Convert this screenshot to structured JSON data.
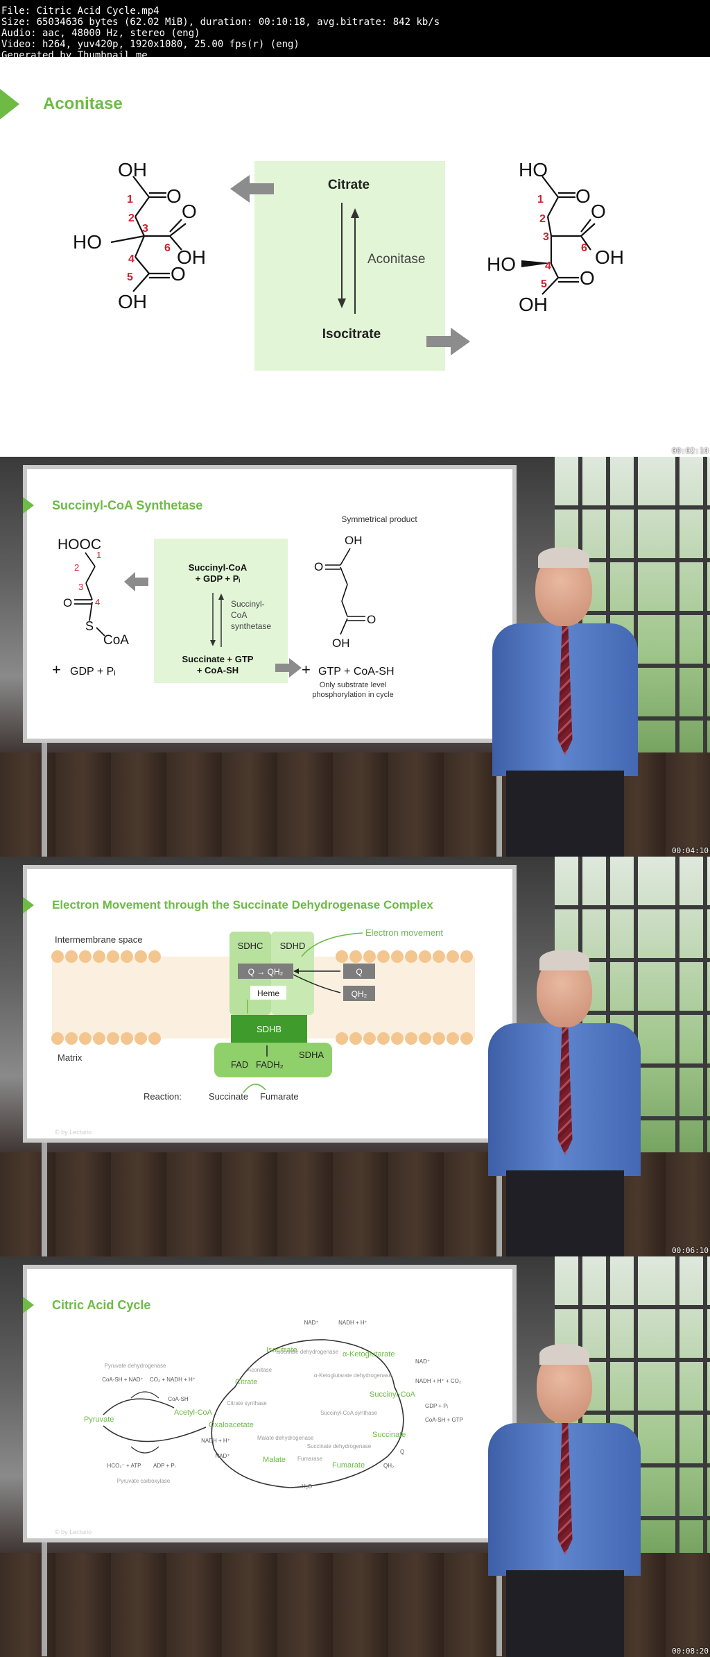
{
  "header": {
    "line1": "File: Citric Acid Cycle.mp4",
    "line2": "Size: 65034636 bytes (62.02 MiB), duration: 00:10:18, avg.bitrate: 842 kb/s",
    "line3": "Audio: aac, 48000 Hz, stereo (eng)",
    "line4": "Video: h264, yuv420p, 1920x1080, 25.00 fps(r) (eng)",
    "line5": "Generated by Thumbnail me"
  },
  "frames": [
    {
      "timestamp": "00:02:10"
    },
    {
      "timestamp": "00:04:10"
    },
    {
      "timestamp": "00:06:10"
    },
    {
      "timestamp": "00:08:20"
    }
  ],
  "slide1": {
    "title": "Aconitase",
    "box_top": "Citrate",
    "box_enzyme": "Aconitase",
    "box_bottom": "Isocitrate",
    "left_oh_top": "OH",
    "left_ho": "HO",
    "left_oh_right": "OH",
    "left_oh_bottom": "OH",
    "right_ho_top": "HO",
    "right_ho": "HO",
    "right_oh_right": "OH",
    "right_oh_bottom": "OH",
    "o": "O",
    "n1": "1",
    "n2": "2",
    "n3": "3",
    "n4": "4",
    "n5": "5",
    "n6": "6"
  },
  "slide2": {
    "title": "Succinyl-CoA Synthetase",
    "hooc": "HOOC",
    "coa": "CoA",
    "s": "S",
    "o": "O",
    "plus_left": "+",
    "gdp_pi": "GDP + Pᵢ",
    "box_top1": "Succinyl-CoA",
    "box_top2": "+ GDP + Pᵢ",
    "box_enzyme1": "Succinyl-",
    "box_enzyme2": "CoA",
    "box_enzyme3": "synthetase",
    "box_bottom1": "Succinate + GTP",
    "box_bottom2": "+ CoA-SH",
    "symmetrical": "Symmetrical product",
    "oh": "OH",
    "plus_right": "+",
    "gtp_coash": "GTP + CoA-SH",
    "note1": "Only substrate level",
    "note2": "phosphorylation in cycle",
    "n1": "1",
    "n2": "2",
    "n3": "3",
    "n4": "4"
  },
  "slide3": {
    "title": "Electron Movement through the Succinate Dehydrogenase Complex",
    "intermembrane": "Intermembrane space",
    "matrix": "Matrix",
    "sdhc": "SDHC",
    "sdhd": "SDHD",
    "q_qh2": "Q → QH₂",
    "heme": "Heme",
    "sdhb": "SDHB",
    "sdha": "SDHA",
    "fad": "FAD",
    "fadh2": "FADH₂",
    "q": "Q",
    "qh2": "QH₂",
    "electron": "Electron movement",
    "reaction": "Reaction:",
    "succinate": "Succinate",
    "fumarate": "Fumarate",
    "watermark": "© by Lecturio"
  },
  "slide4": {
    "title": "Citric Acid Cycle",
    "pyruvate": "Pyruvate",
    "acetylcoa": "Acetyl-CoA",
    "citrate": "Citrate",
    "isocitrate": "Isocitrate",
    "akg": "α-Ketoglutarate",
    "succinylcoa": "Succinyl-CoA",
    "succinate": "Succinate",
    "fumarate": "Fumarate",
    "malate": "Malate",
    "oxaloacetate": "Oxaloacetate",
    "pdh": "Pyruvate dehydrogenase",
    "coash_nad": "CoA-SH + NAD⁺",
    "co2_nadh": "CO₂ + NADH + H⁺",
    "coash": "CoA-SH",
    "cit_syn": "Citrate synthase",
    "aconitase": "Aconitase",
    "idh": "Isocitrate dehydrogenase",
    "nad1": "NAD⁺",
    "nadh1": "NADH + H⁺",
    "akgdh": "α-Ketoglutarate dehydrogenase",
    "nad2": "NAD⁺",
    "nadh2": "NADH + H⁺ + CO₂",
    "scs": "Succinyl-CoA synthase",
    "gdp": "GDP + Pᵢ",
    "coash_gtp": "CoA-SH + GTP",
    "sdh": "Succinate dehydrogenase",
    "q": "Q",
    "qh2": "QH₂",
    "fumarase": "Fumarase",
    "h2o": "H₂O",
    "mdh": "Malate dehydrogenase",
    "nadh3": "NADH + H⁺",
    "nad3": "NAD⁺",
    "hco3": "HCO₃⁻ + ATP",
    "adp": "ADP + Pᵢ",
    "pc": "Pyruvate carboxylase",
    "watermark": "© by Lecturio"
  },
  "colors": {
    "green": "#6dbb45",
    "light_green_box": "#e2f5d6",
    "red_number": "#d0202f",
    "arrow_gray": "#8c8c8c"
  }
}
